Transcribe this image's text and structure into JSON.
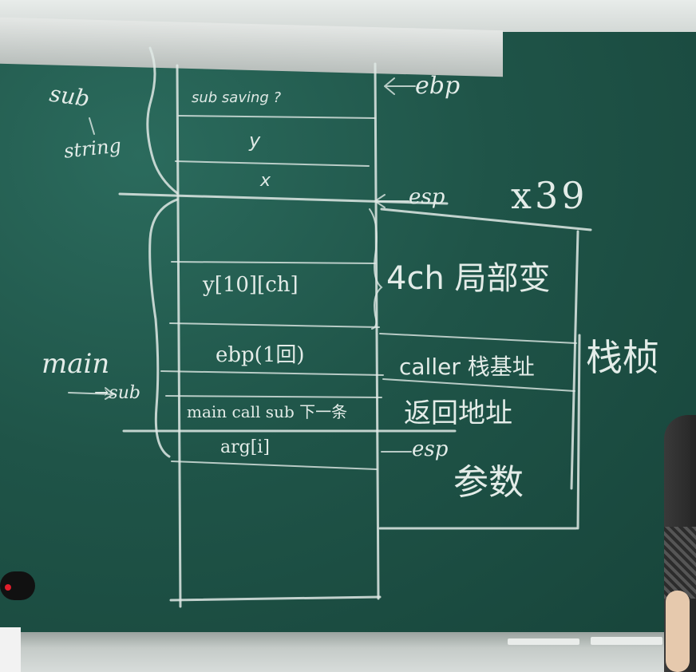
{
  "left_labels": {
    "sub": "sub",
    "string": "string",
    "main": "main",
    "arrow_sub": "→sub"
  },
  "sub_frame": {
    "top_cell": "sub saving ?",
    "y": "y",
    "x": "x"
  },
  "main_frame": {
    "array": "y[10][ch]",
    "ebp": "ebp(1回)",
    "return": "main call sub 下一条",
    "arg": "arg[i]"
  },
  "pointers": {
    "ebp": "ebp",
    "esp_top": "esp",
    "esp_bottom": "esp",
    "register": "x39"
  },
  "annotations": {
    "locals": "4ch 局部变",
    "caller_base": "caller 栈基址",
    "return_addr": "返回地址",
    "params": "参数",
    "stack_frame": "栈桢"
  },
  "colors": {
    "board": "#1f5448",
    "chalk": "#dfe9e5"
  }
}
